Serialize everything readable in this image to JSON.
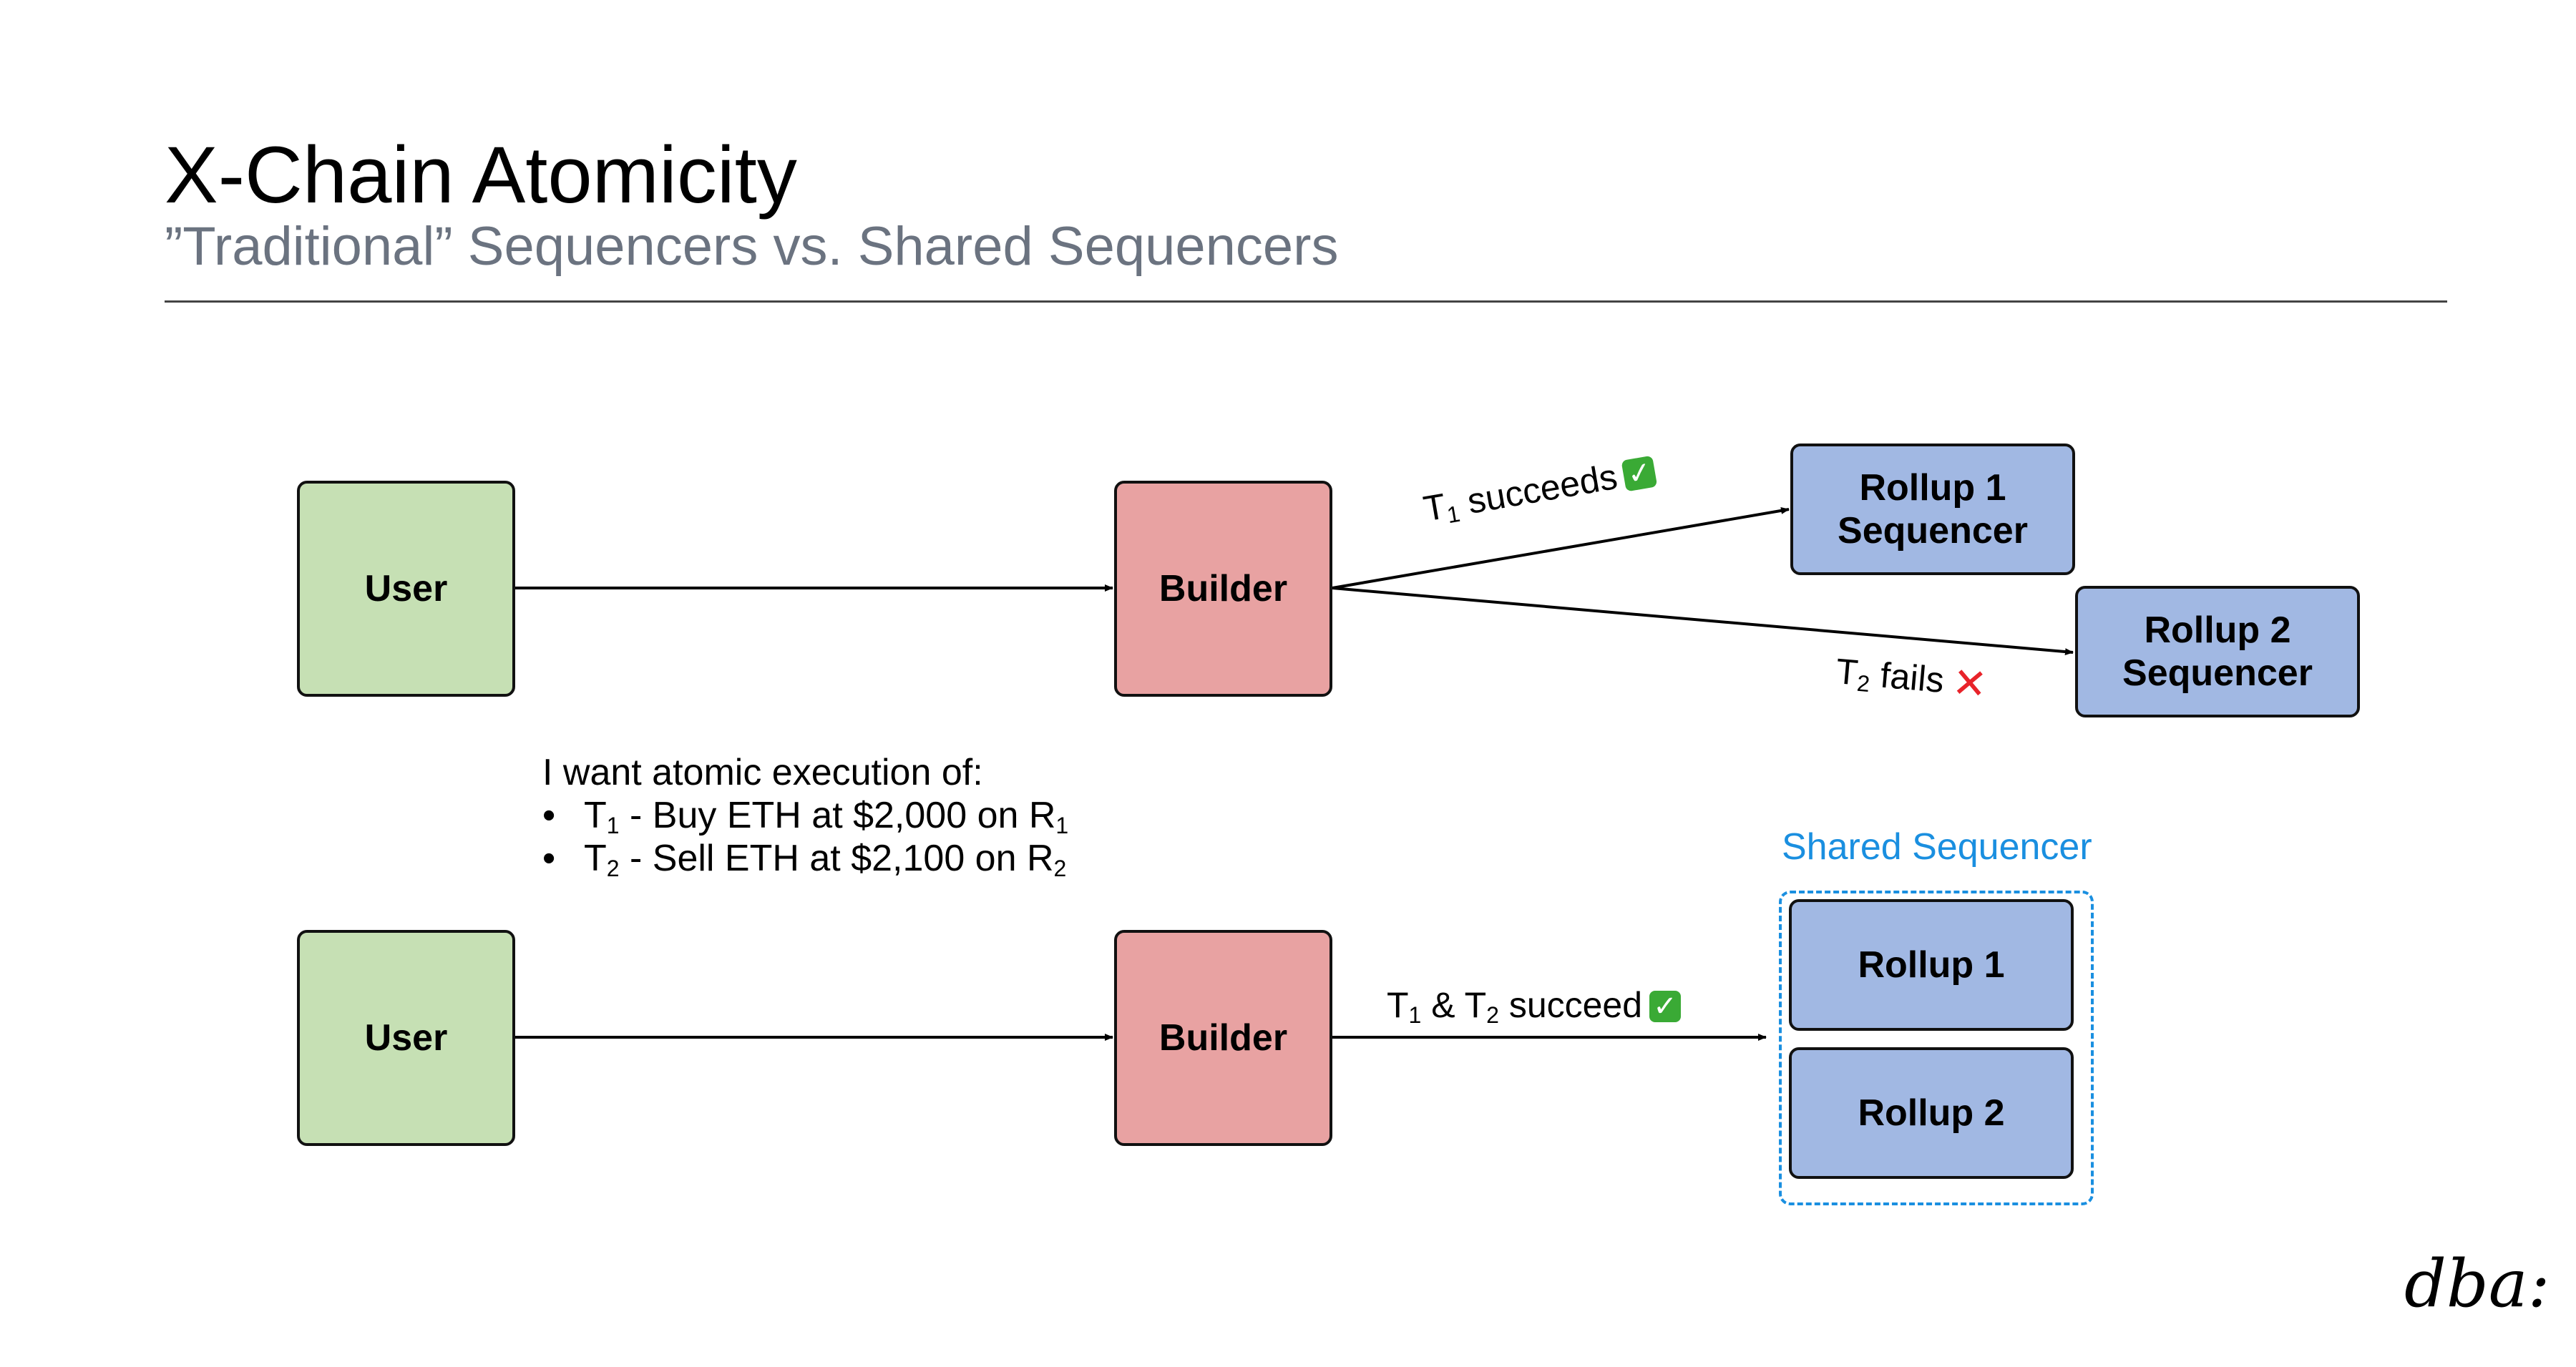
{
  "header": {
    "title": "X-Chain Atomicity",
    "subtitle": "”Traditional” Sequencers vs. Shared Sequencers"
  },
  "top": {
    "user": "User",
    "builder": "Builder",
    "rollup1": "Rollup 1\nSequencer",
    "rollup2": "Rollup 2\nSequencer",
    "edge1": {
      "t": "T",
      "sub": "1",
      "rest": " succeeds"
    },
    "edge2": {
      "t": "T",
      "sub": "2",
      "rest": " fails"
    }
  },
  "note": {
    "heading": "I want atomic execution of:",
    "items": [
      {
        "t": "T",
        "sub": "1",
        "text": " - Buy ETH at $2,000 on R",
        "rsub": "1"
      },
      {
        "t": "T",
        "sub": "2",
        "text": " - Sell ETH at $2,100 on R",
        "rsub": "2"
      }
    ]
  },
  "bottom": {
    "user": "User",
    "builder": "Builder",
    "shared_label": "Shared Sequencer",
    "rollup1": "Rollup 1",
    "rollup2": "Rollup 2",
    "edge": {
      "t1": "T",
      "sub1": "1",
      "amp": " & T",
      "sub2": "2",
      "rest": " succeed"
    }
  },
  "icons": {
    "success": "check-mark-icon",
    "failure": "cross-mark-icon"
  },
  "colors": {
    "user": "#c6e0b4",
    "builder": "#e8a2a2",
    "rollup": "#a1b8e3",
    "shared": "#1a8fe0"
  },
  "brand": "dba:"
}
